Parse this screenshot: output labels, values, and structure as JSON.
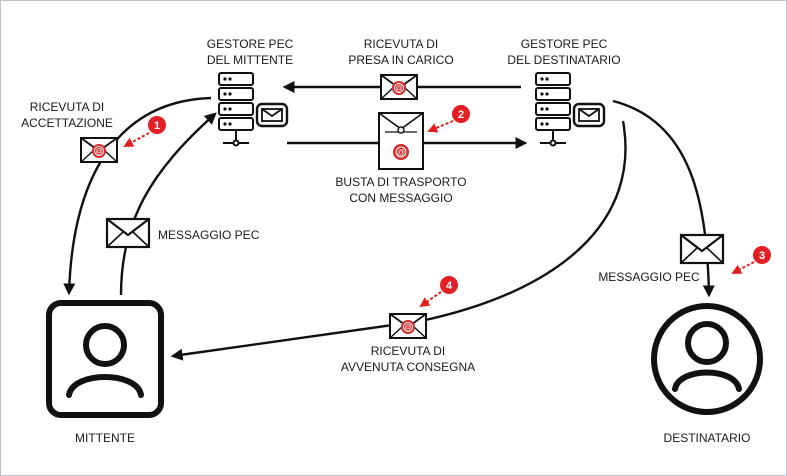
{
  "nodes": {
    "sender_server": {
      "line1": "GESTORE PEC",
      "line2": "DEL MITTENTE"
    },
    "receiver_server": {
      "line1": "GESTORE PEC",
      "line2": "DEL DESTINATARIO"
    },
    "sender": {
      "label": "MITTENTE"
    },
    "recipient": {
      "label": "DESTINATARIO"
    }
  },
  "messages": {
    "acceptance": {
      "line1": "RICEVUTA DI",
      "line2": "ACCETTAZIONE",
      "badge": "1"
    },
    "transport": {
      "line1": "BUSTA DI TRASPORTO",
      "line2": "CON MESSAGGIO",
      "badge": "2"
    },
    "pickup": {
      "line1": "RICEVUTA DI",
      "line2": "PRESA IN CARICO"
    },
    "pec_sender": {
      "label": "MESSAGGIO PEC"
    },
    "pec_recipient": {
      "label": "MESSAGGIO PEC",
      "badge": "3"
    },
    "delivery": {
      "line1": "RICEVUTA DI",
      "line2": "AVVENUTA CONSEGNA",
      "badge": "4"
    }
  },
  "colors": {
    "badge": "#e31e24",
    "seal": "#d42a2a",
    "stroke": "#111111"
  }
}
